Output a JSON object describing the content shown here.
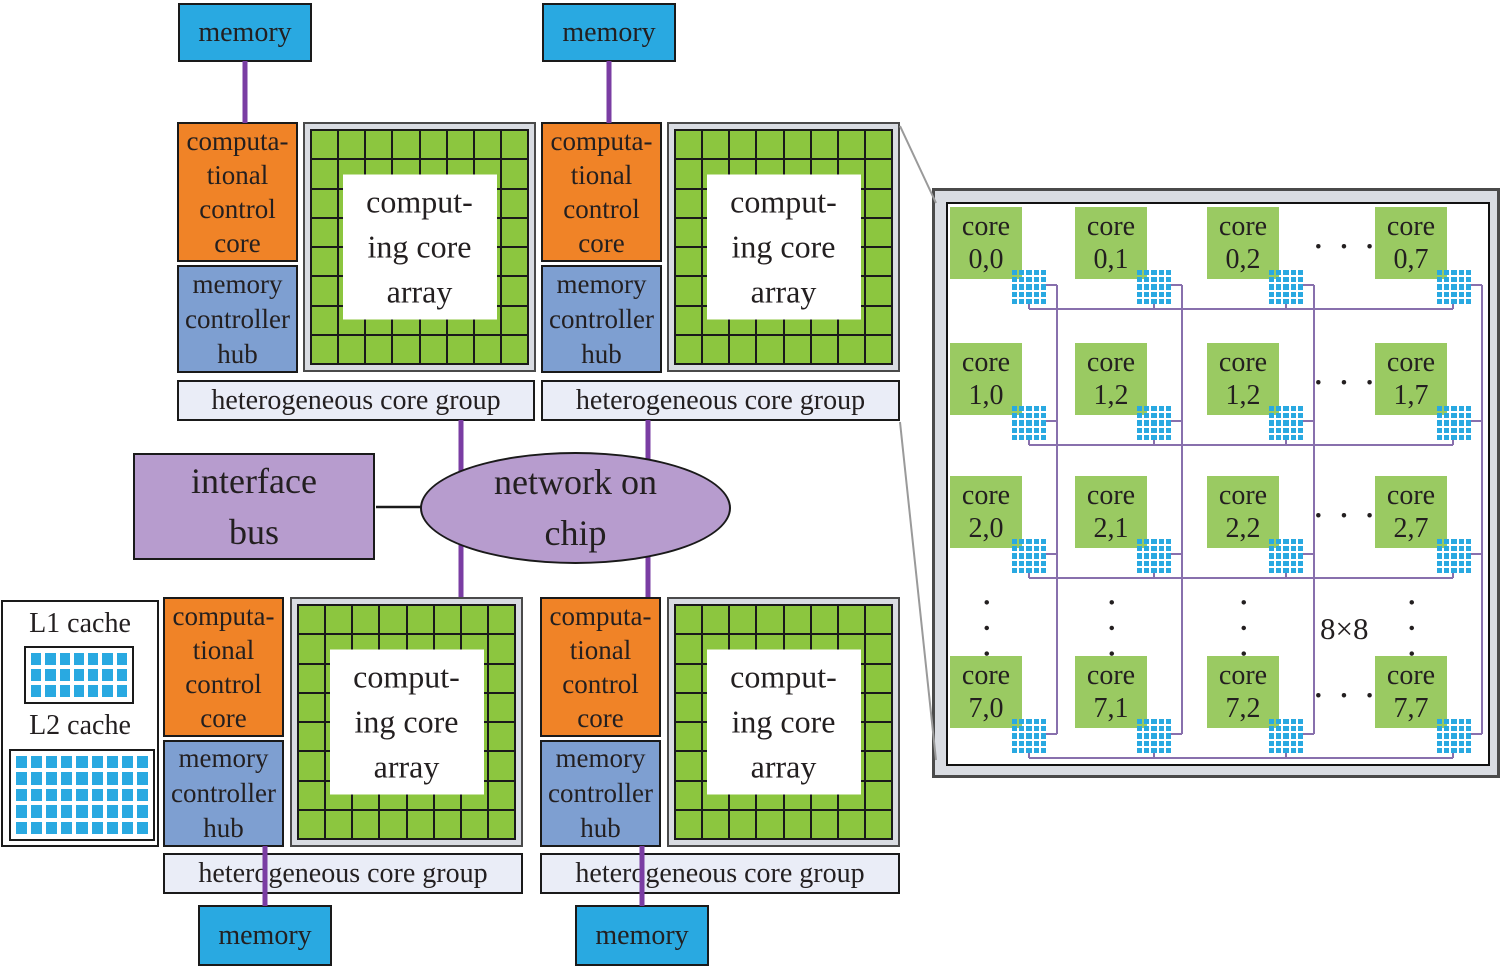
{
  "colors": {
    "memory_cyan": "#29a9e1",
    "control_core_orange": "#f08327",
    "memory_hub_blue": "#7e9fd1",
    "array_cell_green": "#8cc63f",
    "panel_core_green": "#9aca62",
    "bus_fill_purple": "#b79cce",
    "connector_purple": "#7a3da3",
    "noc_link_purple": "#8870ad",
    "group_bar_bg": "#eaedf7"
  },
  "legend": {
    "l1_label": "L1 cache",
    "l2_label": "L2 cache"
  },
  "group": {
    "memory_label": "memory",
    "control_core_lines": [
      "computa-",
      "tional",
      "control",
      "core"
    ],
    "memory_hub_lines": [
      "memory",
      "controller",
      "hub"
    ],
    "array_label_lines": [
      "comput-",
      "ing core",
      "array"
    ],
    "bar_label": "heterogeneous core group"
  },
  "interconnect": {
    "interface_bus_lines": [
      "interface",
      "bus"
    ],
    "network_on_chip_lines": [
      "network on",
      "chip"
    ]
  },
  "panel": {
    "core_word": "core",
    "core_indices": [
      [
        "0,0",
        "0,1",
        "0,2",
        "0,7"
      ],
      [
        "1,0",
        "1,2",
        "1,2",
        "1,7"
      ],
      [
        "2,0",
        "2,1",
        "2,2",
        "2,7"
      ],
      [
        "7,0",
        "7,1",
        "7,2",
        "7,7"
      ]
    ],
    "scale_label": "8×8",
    "h_dots": "···",
    "v_dots": "···"
  }
}
